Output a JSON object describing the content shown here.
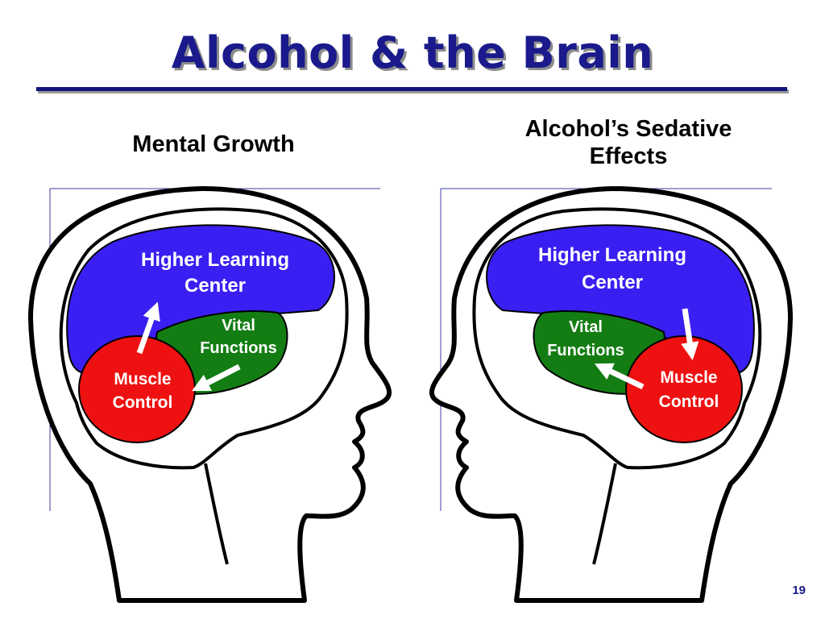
{
  "slide": {
    "title": "Alcohol & the Brain",
    "page_number": "19"
  },
  "left_panel": {
    "heading": "Mental Growth",
    "regions": {
      "higher_learning": [
        "Higher Learning",
        "Center"
      ],
      "vital": [
        "Vital",
        "Functions"
      ],
      "muscle": [
        "Muscle",
        "Control"
      ]
    }
  },
  "right_panel": {
    "heading_lines": [
      "Alcohol’s Sedative",
      "Effects"
    ],
    "regions": {
      "higher_learning": [
        "Higher Learning",
        "Center"
      ],
      "vital": [
        "Vital",
        "Functions"
      ],
      "muscle": [
        "Muscle",
        "Control"
      ]
    }
  },
  "colors": {
    "title": "#1a1a8c",
    "higher_learning": "#3a1ff2",
    "vital": "#137d13",
    "muscle": "#ee1111",
    "arrow": "#ffffff"
  }
}
